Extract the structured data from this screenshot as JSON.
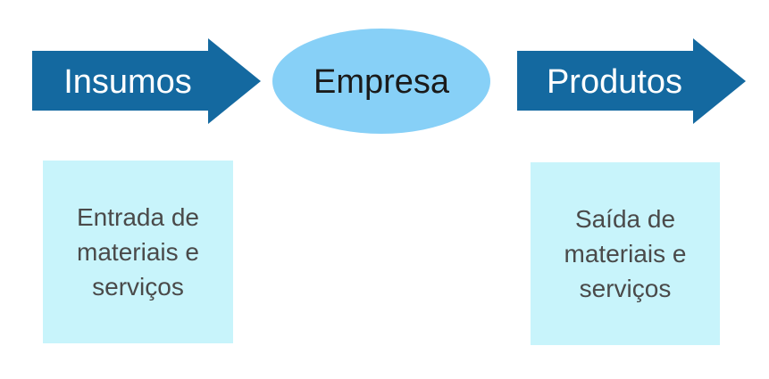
{
  "diagram": {
    "arrow_left": {
      "label": "Insumos"
    },
    "center": {
      "label": "Empresa"
    },
    "arrow_right": {
      "label": "Produtos"
    },
    "box_left": {
      "lines": [
        "Entrada de",
        "materiais e",
        "serviços"
      ]
    },
    "box_right": {
      "lines": [
        "Saída de",
        "materiais e",
        "serviços"
      ]
    }
  },
  "colors": {
    "arrow": "#1469a0",
    "ellipse": "#87d0f7",
    "box": "#c8f4fb",
    "box_text": "#4a4a4a"
  }
}
